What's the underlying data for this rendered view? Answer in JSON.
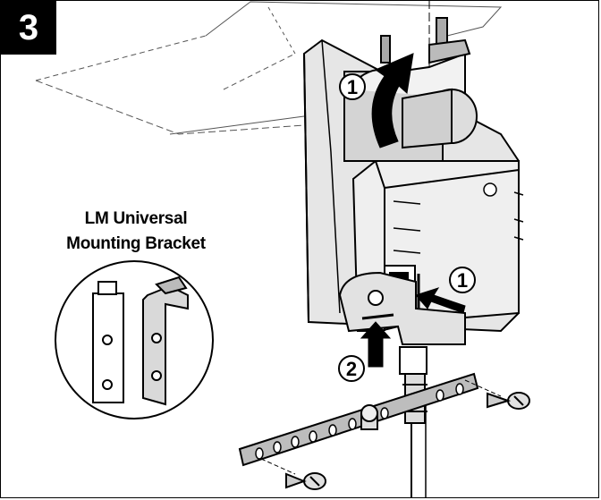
{
  "step_number": "3",
  "bracket_caption": {
    "line1": "LM Universal",
    "line2": "Mounting Bracket"
  },
  "callouts": [
    {
      "id": "rotate",
      "label": "1"
    },
    {
      "id": "push-right",
      "label": "1"
    },
    {
      "id": "push-up",
      "label": "2"
    }
  ],
  "colors": {
    "line": "#000000",
    "actuator_fill": "#e6e6e6",
    "shadow_fill": "#cfcfcf",
    "bracket_fill": "#bdbdbd",
    "arrow_fill": "#000000"
  }
}
